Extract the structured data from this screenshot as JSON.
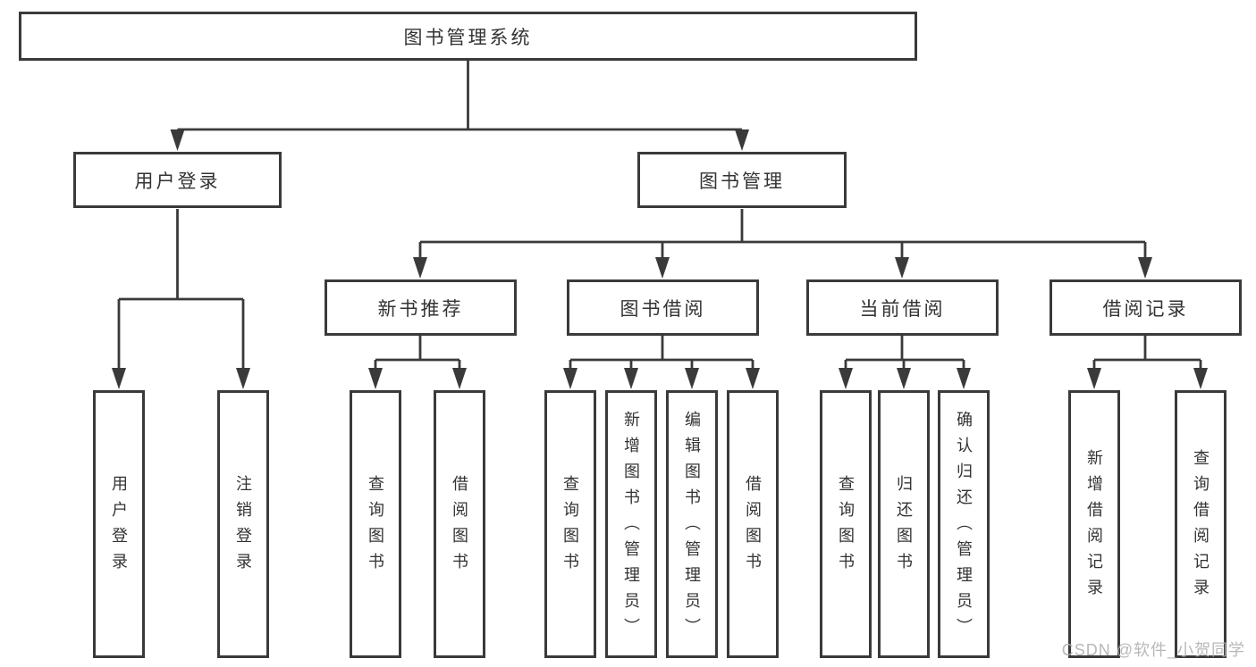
{
  "diagram": {
    "title": "图书管理系统",
    "level2": {
      "user_login": "用户登录",
      "book_mgmt": "图书管理"
    },
    "level3": {
      "new_book": "新书推荐",
      "book_borrow": "图书借阅",
      "current_borrow": "当前借阅",
      "borrow_record": "借阅记录"
    },
    "leaves_login": [
      "用户登录",
      "注销登录"
    ],
    "leaves_newbook": [
      "查询图书",
      "借阅图书"
    ],
    "leaves_borrow": [
      "查询图书",
      "新增图书（管理员）",
      "编辑图书（管理员）",
      "借阅图书"
    ],
    "leaves_current": [
      "查询图书",
      "归还图书",
      "确认归还（管理员）"
    ],
    "leaves_record": [
      "新增借阅记录",
      "查询借阅记录"
    ]
  },
  "watermark": "CSDN @软件_小贺同学",
  "colors": {
    "line": "#3a3a3a",
    "text": "#333333",
    "background": "#ffffff",
    "watermark": "#b2b2b2"
  }
}
